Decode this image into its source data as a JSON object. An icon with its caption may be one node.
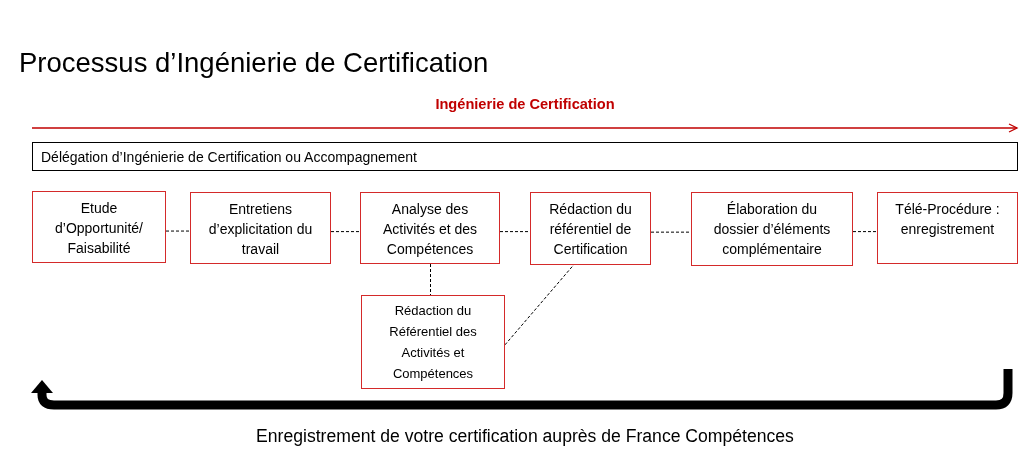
{
  "diagram": {
    "title": "Processus d’Ingénierie de Certification",
    "nodes": [
      {
        "text": [
          "Délégation d’Ingénierie de Certification ou Accompagnement"
        ]
      },
      {
        "text": [
          "Etude d’Opportunité/ Faisabilité"
        ]
      },
      {
        "text": [
          "Entretiens d’explicitation du travail"
        ]
      },
      {
        "text": [
          "Analyse des Activités et des Compétences"
        ]
      },
      {
        "text": [
          "Rédaction du référentiel de Certification"
        ]
      },
      {
        "text": [
          "Élaboration du dossier d’éléments complémentaire"
        ]
      },
      {
        "text": [
          "Télé-Procédure : enregistrement"
        ]
      },
      {
        "text": [
          "Rédaction du Référentiel des Activités et Compétences"
        ]
      }
    ],
    "edges": [
      {
        "from": 1,
        "to": 2,
        "arrow": "none",
        "style": "dashed"
      },
      {
        "from": 2,
        "to": 3,
        "arrow": "none",
        "style": "dashed"
      },
      {
        "from": 3,
        "to": 4,
        "arrow": "none",
        "style": "dashed"
      },
      {
        "from": 4,
        "to": 5,
        "arrow": "none",
        "style": "dashed"
      },
      {
        "from": 5,
        "to": 6,
        "arrow": "none",
        "style": "dashed"
      },
      {
        "from": 3,
        "to": 7,
        "arrow": "none",
        "style": "dashed"
      },
      {
        "from": 7,
        "to": 4,
        "arrow": "none",
        "style": "dashed"
      }
    ],
    "labels": [
      "Ingénierie de Certification",
      "Enregistrement de votre certification auprès de France Compétences"
    ]
  }
}
